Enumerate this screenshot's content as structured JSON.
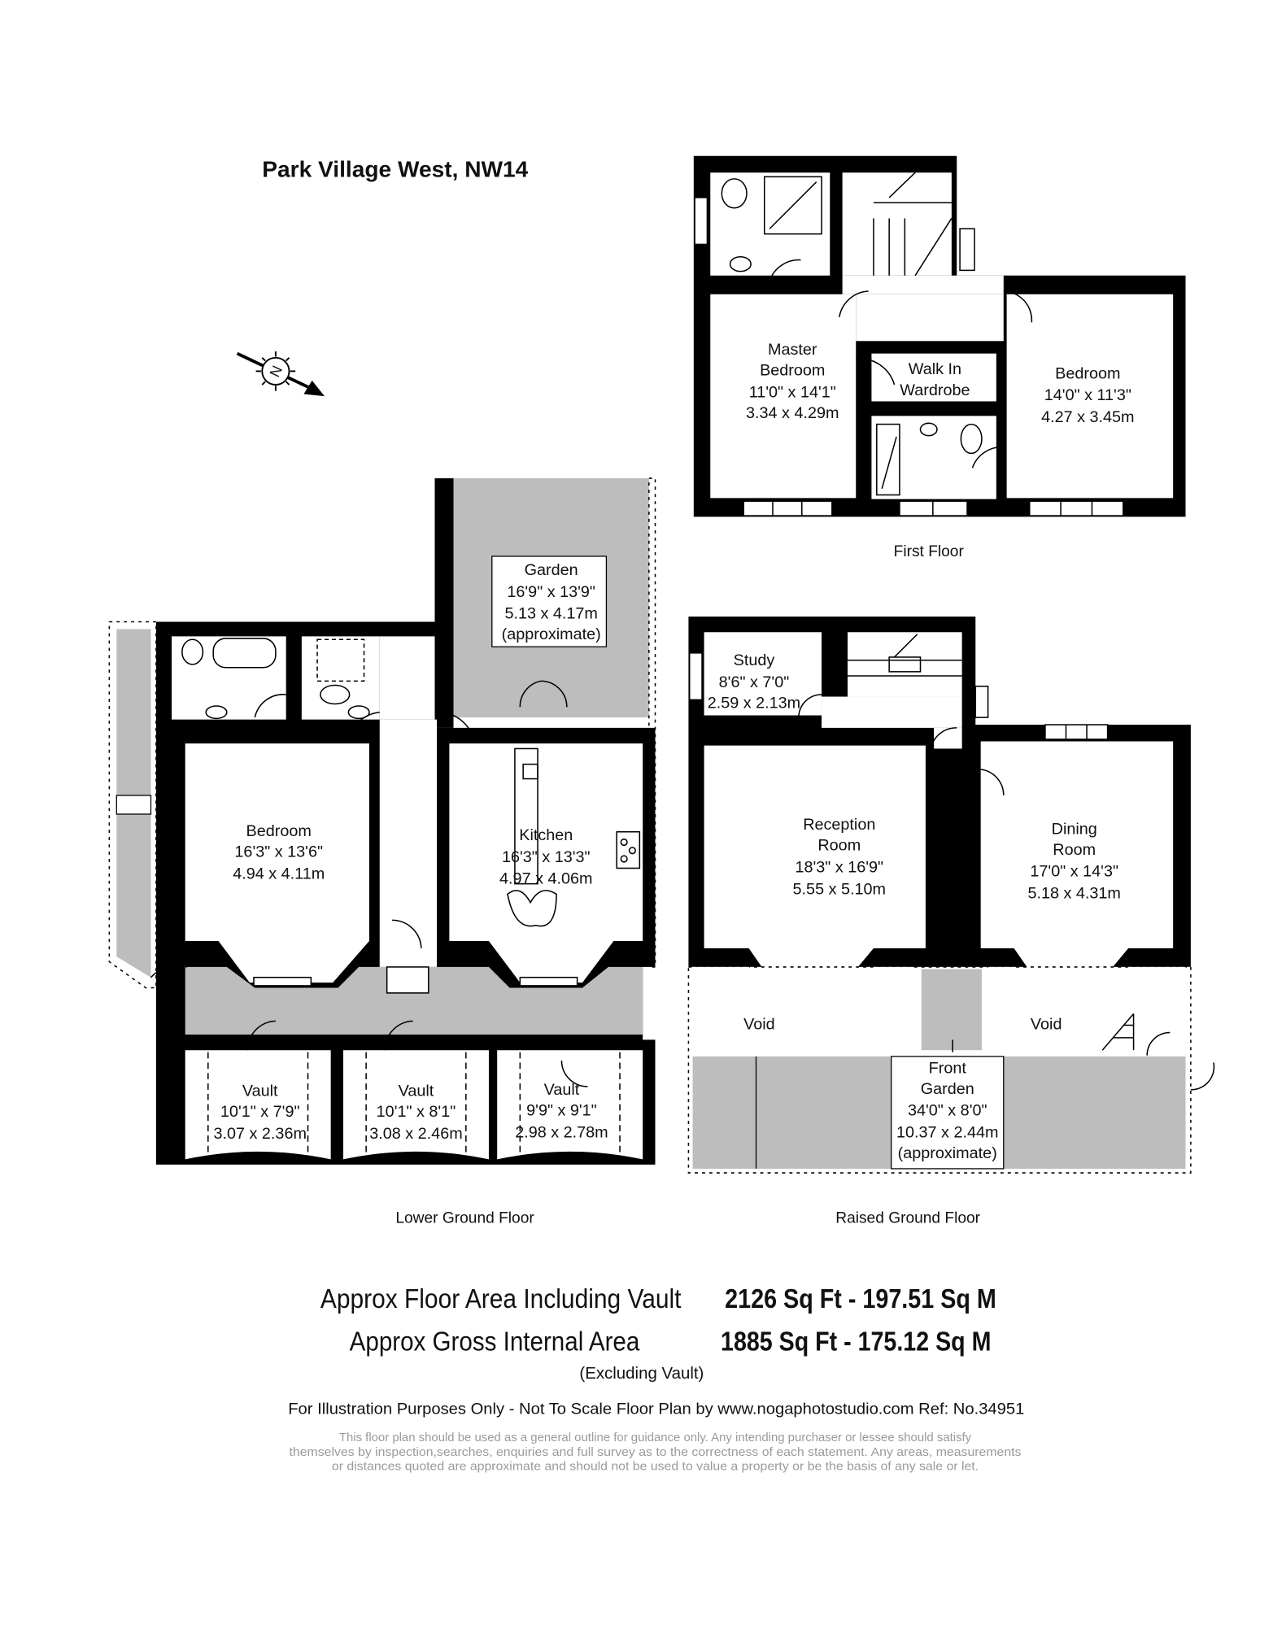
{
  "title": "Park Village West, NW14",
  "compass": {
    "label": "N"
  },
  "first_floor": {
    "label": "First Floor",
    "rooms": [
      {
        "name_lines": [
          "Master",
          "Bedroom"
        ],
        "imperial": "11'0\" x 14'1\"",
        "metric": "3.34 x 4.29m"
      },
      {
        "name_lines": [
          "Walk In",
          "Wardrobe"
        ]
      },
      {
        "name_lines": [
          "Bedroom"
        ],
        "imperial": "14'0\" x 11'3\"",
        "metric": "4.27 x 3.45m"
      }
    ]
  },
  "lower_ground_floor": {
    "label": "Lower Ground Floor",
    "rooms": [
      {
        "name_lines": [
          "Garden"
        ],
        "imperial": "16'9\" x 13'9\"",
        "metric": "5.13 x 4.17m",
        "note": "(approximate)"
      },
      {
        "name_lines": [
          "Bedroom"
        ],
        "imperial": "16'3\" x 13'6\"",
        "metric": "4.94 x 4.11m"
      },
      {
        "name_lines": [
          "Kitchen"
        ],
        "imperial": "16'3\" x 13'3\"",
        "metric": "4.97 x 4.06m"
      },
      {
        "name_lines": [
          "Vault"
        ],
        "imperial": "10'1\" x 7'9\"",
        "metric": "3.07 x 2.36m"
      },
      {
        "name_lines": [
          "Vault"
        ],
        "imperial": "10'1\" x 8'1\"",
        "metric": "3.08 x 2.46m"
      },
      {
        "name_lines": [
          "Vault"
        ],
        "imperial": "9'9\" x 9'1\"",
        "metric": "2.98 x 2.78m"
      }
    ]
  },
  "raised_ground_floor": {
    "label": "Raised Ground Floor",
    "rooms": [
      {
        "name_lines": [
          "Study"
        ],
        "imperial": "8'6\" x 7'0\"",
        "metric": "2.59 x 2.13m"
      },
      {
        "name_lines": [
          "Reception",
          "Room"
        ],
        "imperial": "18'3\" x 16'9\"",
        "metric": "5.55 x 5.10m"
      },
      {
        "name_lines": [
          "Dining",
          "Room"
        ],
        "imperial": "17'0\" x 14'3\"",
        "metric": "5.18 x 4.31m"
      },
      {
        "name_lines": [
          "Void"
        ]
      },
      {
        "name_lines": [
          "Void"
        ]
      },
      {
        "name_lines": [
          "Front",
          "Garden"
        ],
        "imperial": "34'0\" x 8'0\"",
        "metric": "10.37 x 2.44m",
        "note": "(approximate)"
      }
    ]
  },
  "areas": {
    "including_vault": {
      "label": "Approx Floor Area Including Vault",
      "value": "2126 Sq Ft  -  197.51 Sq M"
    },
    "gross_internal": {
      "label": "Approx Gross Internal Area",
      "value": "1885 Sq Ft  -  175.12 Sq M",
      "note": "(Excluding Vault)"
    }
  },
  "footer": "For Illustration Purposes Only - Not To Scale   Floor Plan by www.nogaphotostudio.com   Ref: No.34951",
  "disclaimer": [
    "This floor plan should be used as a general outline for guidance only. Any intending purchaser or lessee should satisfy",
    "themselves by inspection,searches, enquiries and full survey as to the correctness of each statement. Any areas, measurements",
    "or distances quoted are approximate and should not be used to value a property or be the basis of any sale or let."
  ]
}
